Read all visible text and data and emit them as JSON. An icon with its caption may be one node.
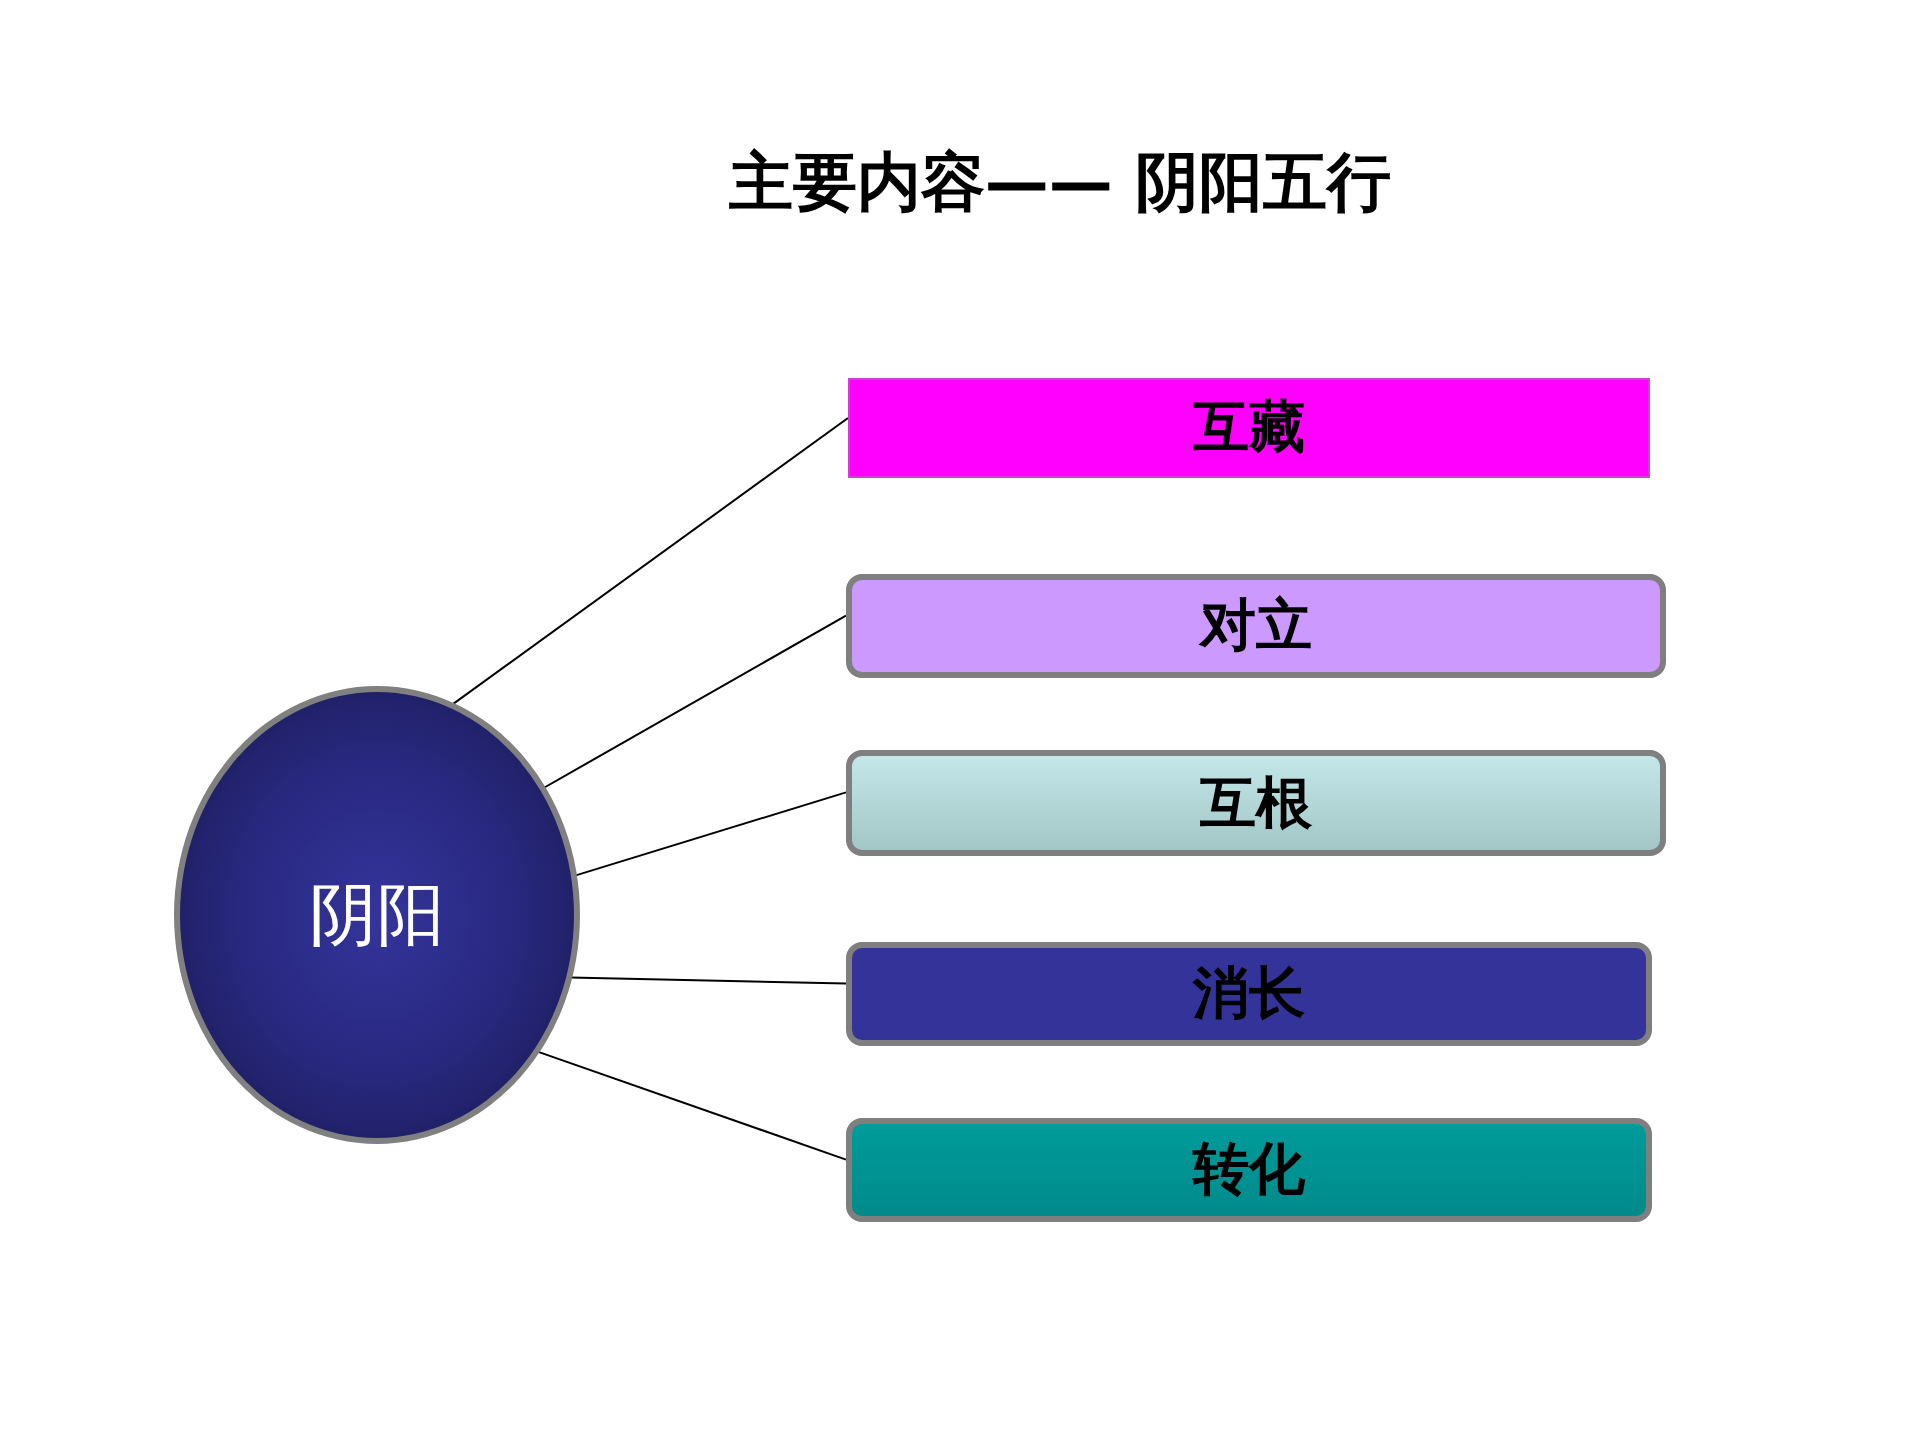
{
  "diagram": {
    "title": "主要内容—— 阴阳五行",
    "nodes": [
      {
        "text": [
          "阴阳"
        ]
      },
      {
        "text": [
          "互藏"
        ]
      },
      {
        "text": [
          "对立"
        ]
      },
      {
        "text": [
          "互根"
        ]
      },
      {
        "text": [
          "消长"
        ]
      },
      {
        "text": [
          "转化"
        ]
      }
    ],
    "edges": [
      {
        "from": 0,
        "to": 1,
        "arrow": "none"
      },
      {
        "from": 0,
        "to": 2,
        "arrow": "none"
      },
      {
        "from": 0,
        "to": 3,
        "arrow": "none"
      },
      {
        "from": 0,
        "to": 4,
        "arrow": "none"
      },
      {
        "from": 0,
        "to": 5,
        "arrow": "none"
      }
    ]
  }
}
